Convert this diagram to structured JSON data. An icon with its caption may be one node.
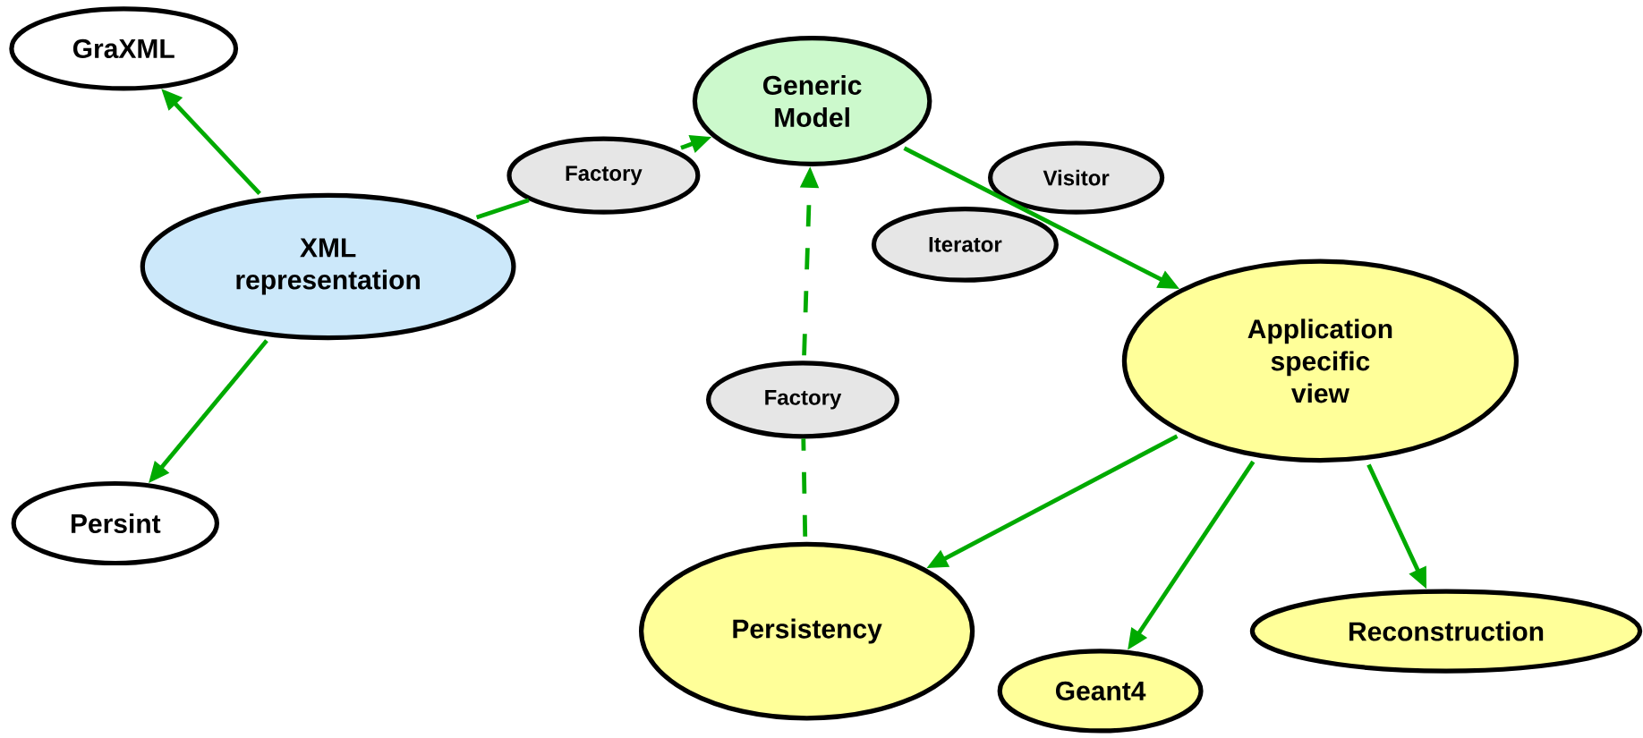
{
  "diagram": {
    "nodes": [
      {
        "text": [
          "GraXML"
        ]
      },
      {
        "text": [
          "XML representation"
        ]
      },
      {
        "text": [
          "Persint"
        ]
      },
      {
        "text": [
          "Generic Model"
        ]
      },
      {
        "text": [
          "Factory"
        ]
      },
      {
        "text": [
          "Visitor"
        ]
      },
      {
        "text": [
          "Iterator"
        ]
      },
      {
        "text": [
          "Application specific view"
        ]
      },
      {
        "text": [
          "Factory"
        ]
      },
      {
        "text": [
          "Persistency"
        ]
      },
      {
        "text": [
          "Geant4"
        ]
      },
      {
        "text": [
          "Reconstruction"
        ]
      }
    ],
    "edges": [
      {
        "from": 1,
        "to": 0,
        "arrow": "to"
      },
      {
        "from": 1,
        "to": 2,
        "arrow": "to"
      },
      {
        "from": 1,
        "to": 4,
        "arrow": "none"
      },
      {
        "from": 4,
        "to": 3,
        "arrow": "to"
      },
      {
        "from": 3,
        "to": 7,
        "arrow": "to"
      },
      {
        "from": 9,
        "to": 8,
        "arrow": "none",
        "style": "dashed"
      },
      {
        "from": 8,
        "to": 3,
        "arrow": "to",
        "style": "dashed"
      },
      {
        "from": 7,
        "to": 9,
        "arrow": "to"
      },
      {
        "from": 7,
        "to": 10,
        "arrow": "to"
      },
      {
        "from": 7,
        "to": 11,
        "arrow": "to"
      }
    ]
  }
}
